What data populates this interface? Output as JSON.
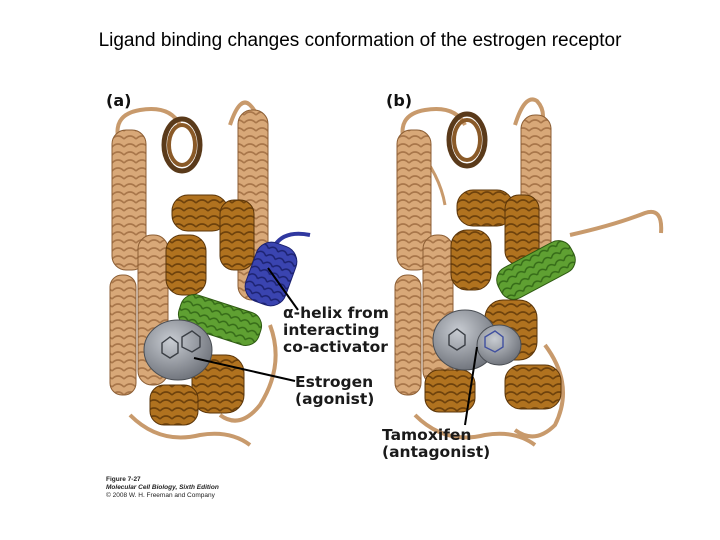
{
  "title": "Ligand binding changes conformation of the estrogen receptor",
  "panels": {
    "a": {
      "label": "(a)",
      "helix_label_prefix": "α",
      "helix_label_lines": [
        "-helix from",
        "interacting",
        "co-activator"
      ],
      "ligand_label_lines": [
        "Estrogen",
        "(agonist)"
      ]
    },
    "b": {
      "label": "(b)",
      "ligand_label_lines": [
        "Tamoxifen",
        "(antagonist)"
      ]
    }
  },
  "caption": {
    "figure": "Figure 7-27",
    "book": "Molecular Cell Biology, Sixth Edition",
    "copyright": "© 2008 W. H. Freeman and Company"
  },
  "colors": {
    "helix_tan": "#d8a878",
    "helix_tan_dark": "#a8764a",
    "helix_brown": "#a86a1e",
    "helix_brown_dark": "#6e420c",
    "helix_green": "#5fa032",
    "helix_blue": "#3038a0",
    "ligand_gray": "#8c9098"
  }
}
